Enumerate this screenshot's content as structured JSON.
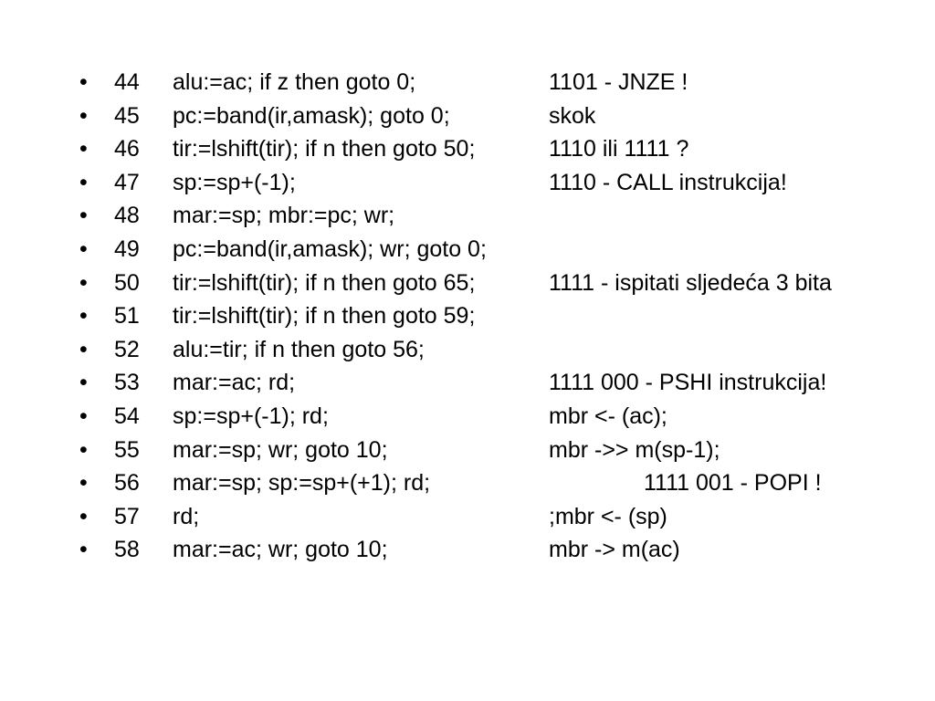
{
  "bullet_glyph": "•",
  "lines": [
    {
      "num": "44",
      "code": "alu:=ac; if z then goto 0;",
      "comment": "1101 - JNZE !"
    },
    {
      "num": "45",
      "code": "pc:=band(ir,amask); goto 0;",
      "comment": "skok"
    },
    {
      "num": "46",
      "code": "tir:=lshift(tir); if n then goto 50;",
      "comment": "1110 ili 1111 ?"
    },
    {
      "num": "47",
      "code": "sp:=sp+(-1);",
      "comment": "1110 - CALL instrukcija!"
    },
    {
      "num": "48",
      "code": "mar:=sp; mbr:=pc; wr;",
      "comment": ""
    },
    {
      "num": "49",
      "code": "pc:=band(ir,amask); wr; goto 0;",
      "comment": ""
    },
    {
      "num": "50",
      "code": "tir:=lshift(tir); if n then goto 65;",
      "comment": "1111 - ispitati sljedeća 3 bita"
    },
    {
      "num": "51",
      "code": "tir:=lshift(tir); if n then goto 59;",
      "comment": ""
    },
    {
      "num": "52",
      "code": "alu:=tir; if n then goto 56;",
      "comment": ""
    },
    {
      "num": "53",
      "code": "mar:=ac; rd;",
      "comment": "1111 000 - PSHI instrukcija!"
    },
    {
      "num": "54",
      "code": "sp:=sp+(-1); rd;",
      "comment": "mbr <- (ac);"
    },
    {
      "num": "55",
      "code": "mar:=sp; wr; goto 10;",
      "comment": "mbr ->> m(sp-1);"
    },
    {
      "num": "56",
      "code": "mar:=sp; sp:=sp+(+1); rd;",
      "comment": "1111 001 - POPI !",
      "indented": true
    },
    {
      "num": "57",
      "code": "rd;",
      "comment": ";mbr <- (sp)"
    },
    {
      "num": "58",
      "code": "mar:=ac; wr; goto 10;",
      "comment": "mbr -> m(ac)"
    }
  ]
}
